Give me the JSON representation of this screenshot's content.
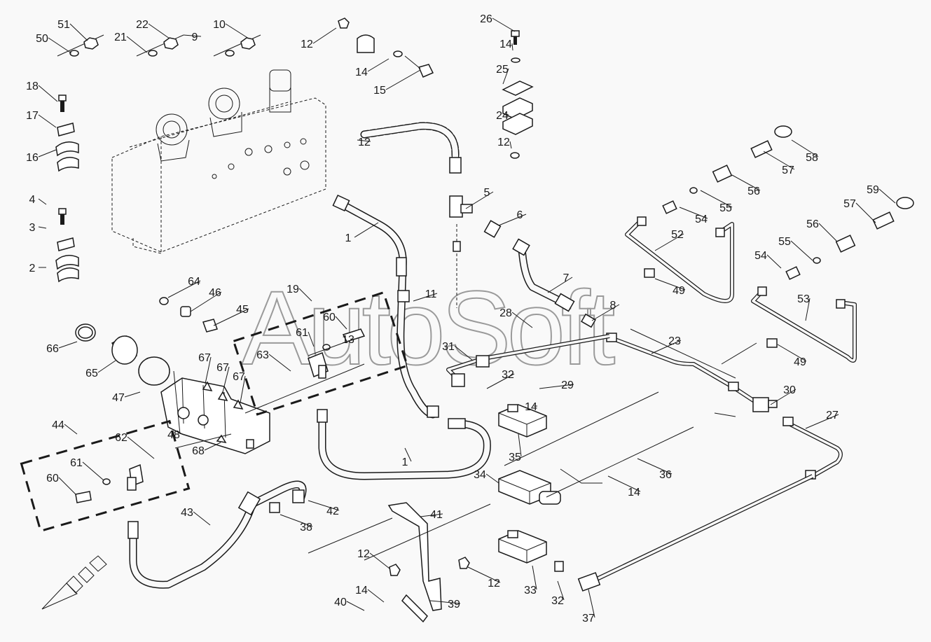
{
  "diagram": {
    "watermark": "AutoSoft",
    "callouts": [
      "1",
      "1",
      "2",
      "3",
      "4",
      "5",
      "6",
      "7",
      "8",
      "9",
      "10",
      "11",
      "12",
      "12",
      "12",
      "12",
      "12",
      "13",
      "14",
      "14",
      "14",
      "14",
      "14",
      "15",
      "16",
      "17",
      "18",
      "19",
      "21",
      "22",
      "23",
      "24",
      "25",
      "26",
      "27",
      "28",
      "29",
      "30",
      "31",
      "32",
      "32",
      "33",
      "34",
      "35",
      "36",
      "37",
      "38",
      "39",
      "40",
      "41",
      "42",
      "43",
      "44",
      "45",
      "46",
      "47",
      "48",
      "49",
      "49",
      "50",
      "51",
      "52",
      "53",
      "54",
      "54",
      "55",
      "55",
      "56",
      "56",
      "57",
      "57",
      "58",
      "59",
      "60",
      "60",
      "61",
      "61",
      "62",
      "63",
      "64",
      "65",
      "66",
      "67",
      "67",
      "67",
      "68"
    ],
    "direction_arrow": "front-direction-arrow-icon"
  }
}
